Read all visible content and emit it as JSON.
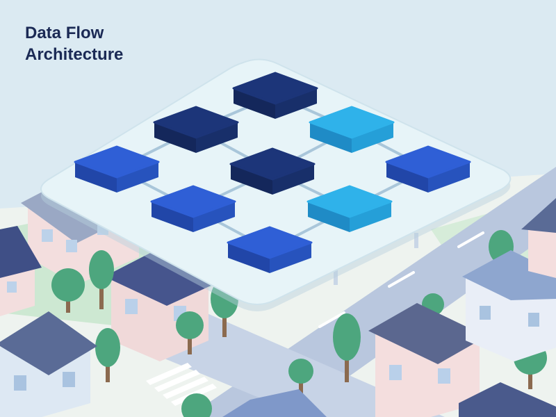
{
  "title": {
    "line1": "Data Flow",
    "line2": "Architecture"
  },
  "colors": {
    "sky": "#dbeaf2",
    "platform": "#e7f4f8",
    "navy_block": "#1c3579",
    "blue_block": "#2f5fd6",
    "cyan_block": "#2fb2ea",
    "connector": "#a9c6da",
    "road": "#b9c7de",
    "tree": "#4da67e",
    "roof": "#3f4f86",
    "house_wall": "#f3dede",
    "title_text": "#1b2a55"
  },
  "diagram": {
    "nodes": [
      {
        "id": "n1",
        "tone": "navy"
      },
      {
        "id": "n2",
        "tone": "navy"
      },
      {
        "id": "n3",
        "tone": "cyan"
      },
      {
        "id": "n4",
        "tone": "blue"
      },
      {
        "id": "n5",
        "tone": "navy"
      },
      {
        "id": "n6",
        "tone": "blue"
      },
      {
        "id": "n7",
        "tone": "blue"
      },
      {
        "id": "n8",
        "tone": "cyan"
      },
      {
        "id": "n9",
        "tone": "blue"
      }
    ],
    "edges": [
      [
        "n1",
        "n2"
      ],
      [
        "n1",
        "n3"
      ],
      [
        "n2",
        "n4"
      ],
      [
        "n2",
        "n5"
      ],
      [
        "n3",
        "n5"
      ],
      [
        "n3",
        "n6"
      ],
      [
        "n4",
        "n7"
      ],
      [
        "n5",
        "n7"
      ],
      [
        "n5",
        "n8"
      ],
      [
        "n6",
        "n8"
      ],
      [
        "n7",
        "n9"
      ],
      [
        "n8",
        "n9"
      ]
    ]
  }
}
